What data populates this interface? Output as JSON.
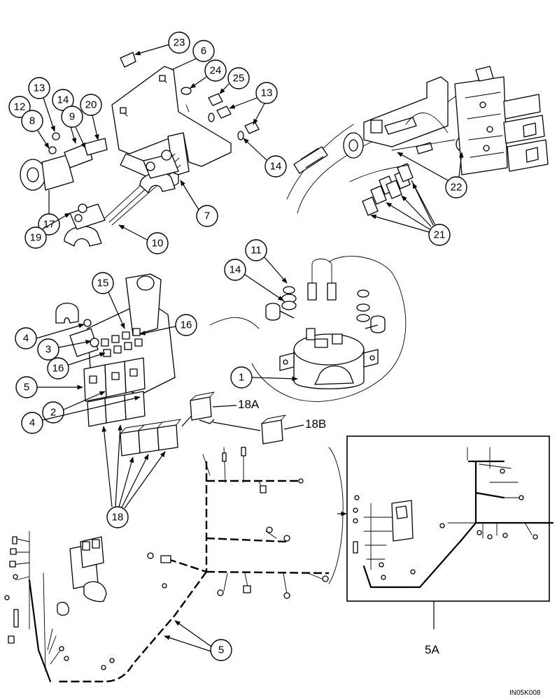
{
  "callouts": {
    "c1": "1",
    "c2": "2",
    "c3": "3",
    "c4a": "4",
    "c4b": "4",
    "c5a": "5",
    "c5b": "5",
    "c6": "6",
    "c7": "7",
    "c8": "8",
    "c9": "9",
    "c10": "10",
    "c11": "11",
    "c12": "12",
    "c13a": "13",
    "c13b": "13",
    "c14a": "14",
    "c14b": "14",
    "c14c": "14",
    "c15": "15",
    "c16a": "16",
    "c16b": "16",
    "c17": "17",
    "c18": "18",
    "c19": "19",
    "c20": "20",
    "c21": "21",
    "c22": "22",
    "c23": "23",
    "c24": "24",
    "c25": "25"
  },
  "labels": {
    "relay_18a": "18A",
    "relay_18b": "18B",
    "detail_5a": "5A",
    "figure_ref": "IN05K008"
  }
}
